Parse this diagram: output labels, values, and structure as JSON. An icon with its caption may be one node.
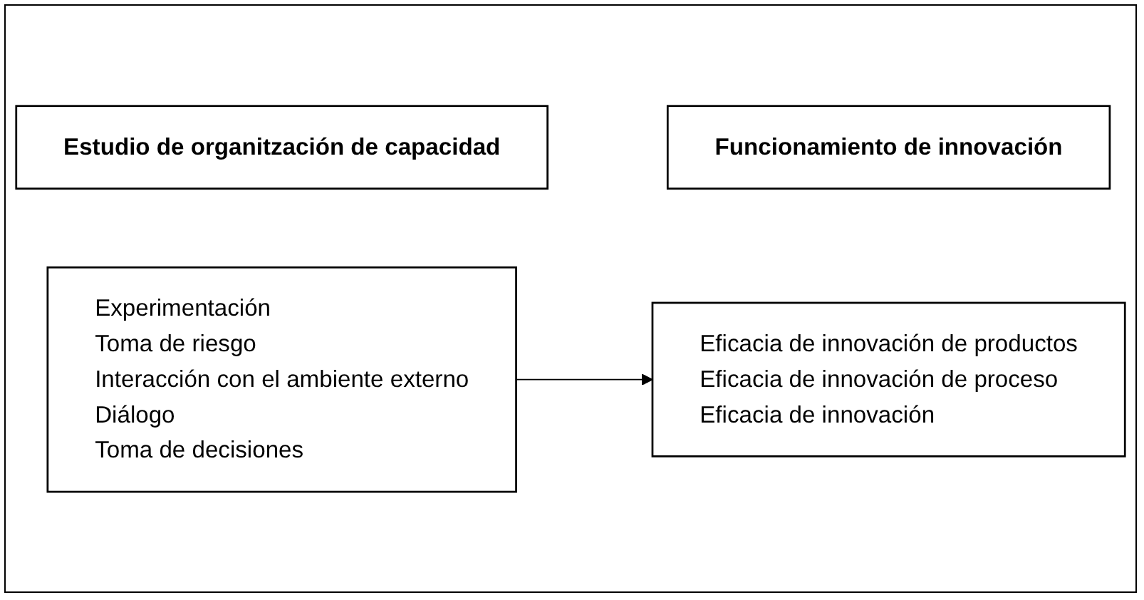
{
  "diagram": {
    "nodes": [
      {
        "text": [
          "Estudio de organitzación de capacidad"
        ]
      },
      {
        "text": [
          "Funcionamiento de innovación"
        ]
      },
      {
        "text": [
          "Experimentación",
          "Toma de riesgo",
          "Interacción con el ambiente externo",
          "Diálogo",
          "Toma de decisiones"
        ]
      },
      {
        "text": [
          "Eficacia de innovación de productos",
          "Eficacia de innovación de proceso",
          "Eficacia de innovación"
        ]
      }
    ],
    "edges": [
      {
        "from": 2,
        "to": 3,
        "arrow": "to"
      }
    ]
  }
}
